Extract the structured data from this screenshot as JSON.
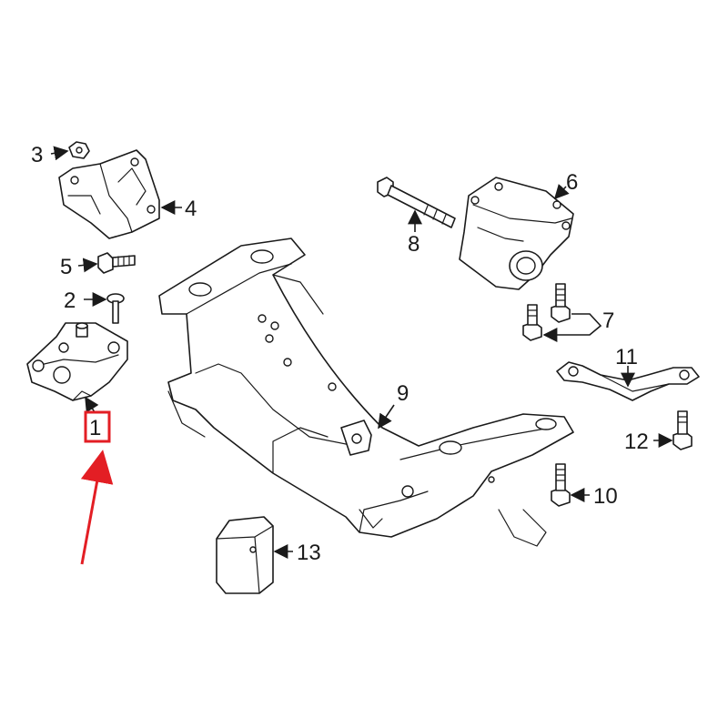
{
  "callouts": [
    {
      "id": "1",
      "text": "1"
    },
    {
      "id": "2",
      "text": "2"
    },
    {
      "id": "3",
      "text": "3"
    },
    {
      "id": "4",
      "text": "4"
    },
    {
      "id": "5",
      "text": "5"
    },
    {
      "id": "6",
      "text": "6"
    },
    {
      "id": "7",
      "text": "7"
    },
    {
      "id": "8",
      "text": "8"
    },
    {
      "id": "9",
      "text": "9"
    },
    {
      "id": "10",
      "text": "10"
    },
    {
      "id": "11",
      "text": "11"
    },
    {
      "id": "12",
      "text": "12"
    },
    {
      "id": "13",
      "text": "13"
    }
  ],
  "highlight": {
    "callout": "1",
    "box_color": "#e31e24",
    "arrow_color": "#e31e24"
  },
  "line_color": "#1a1a1a"
}
